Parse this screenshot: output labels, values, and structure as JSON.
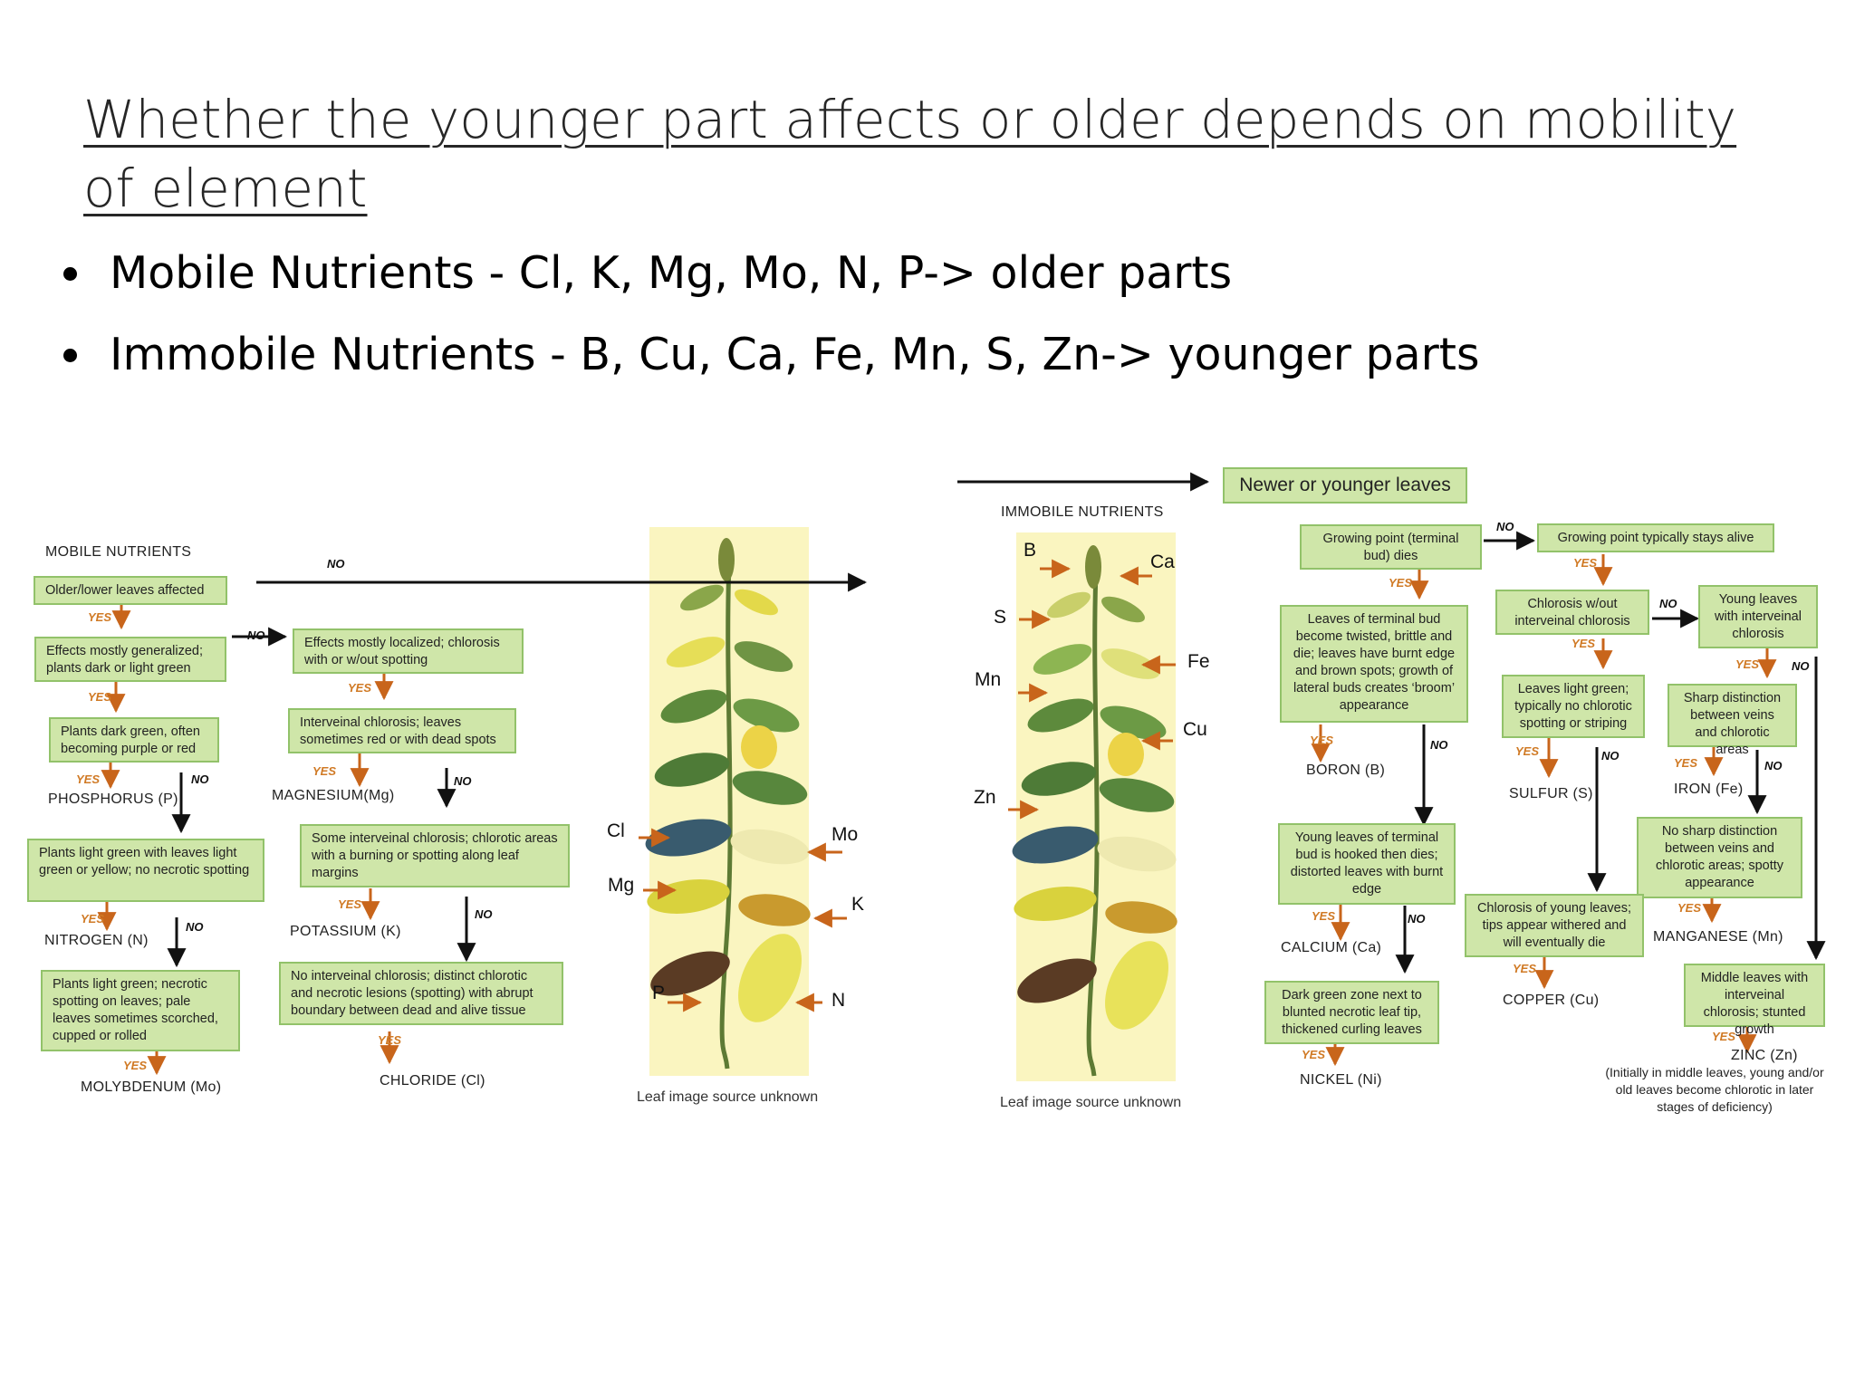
{
  "slide": {
    "title": "Whether the younger part affects or older depends on mobility of element",
    "bullets": [
      "Mobile Nutrients - Cl, K, Mg, Mo, N, P-> older parts",
      "Immobile Nutrients - B, Cu, Ca, Fe, Mn, S, Zn-> younger parts"
    ]
  },
  "mobile": {
    "header": "MOBILE NUTRIENTS",
    "boxes": {
      "older_leaves": "Older/lower leaves affected",
      "generalized": "Effects mostly generalized; plants dark or light green",
      "localized": "Effects mostly localized; chlorosis with or w/out spotting",
      "dark_green": "Plants dark green, often becoming purple or red",
      "interveinal": "Interveinal chlorosis; leaves sometimes red or with dead spots",
      "light_green": "Plants light green with leaves light green or yellow; no necrotic spotting",
      "burning": "Some interveinal chlorosis; chlorotic areas with a burning or spotting along leaf margins",
      "necrotic_spotting": "Plants light green; necrotic spotting on leaves; pale leaves sometimes scorched, cupped or rolled",
      "no_interveinal": "No interveinal chlorosis; distinct chlorotic and necrotic lesions (spotting) with abrupt boundary between dead and alive tissue"
    },
    "results": {
      "phosphorus": "PHOSPHORUS (P)",
      "magnesium": "MAGNESIUM(Mg)",
      "nitrogen": "NITROGEN (N)",
      "potassium": "POTASSIUM (K)",
      "molybdenum": "MOLYBDENUM (Mo)",
      "chloride": "CHLORIDE (Cl)"
    },
    "plant_labels": {
      "cl": "Cl",
      "mg": "Mg",
      "p": "P",
      "mo": "Mo",
      "k": "K",
      "n": "N"
    },
    "source": "Leaf image source unknown"
  },
  "immobile": {
    "header": "IMMOBILE NUTRIENTS",
    "newer_leaves": "Newer or younger leaves",
    "boxes": {
      "growing_dies": "Growing point (terminal bud) dies",
      "stays_alive": "Growing point typically stays alive",
      "twisted": "Leaves of terminal bud become twisted, brittle and die; leaves have burnt edge and brown spots; growth of lateral buds creates ‘broom’ appearance",
      "chlorosis_wout": "Chlorosis w/out interveinal chlorosis",
      "young_interveinal": "Young leaves with interveinal chlorosis",
      "light_green_no": "Leaves light green; typically no chlorotic spotting or striping",
      "sharp": "Sharp distinction between veins and chlorotic areas",
      "hooked": "Young leaves of terminal bud is hooked then dies; distorted leaves with burnt edge",
      "no_sharp": "No sharp distinction between veins and chlorotic areas; spotty appearance",
      "withered": "Chlorosis of young leaves; tips appear withered and will eventually die",
      "dark_zone": "Dark green zone next to blunted necrotic leaf tip, thickened curling leaves",
      "middle": "Middle leaves with interveinal chlorosis; stunted growth"
    },
    "results": {
      "boron": "BORON (B)",
      "sulfur": "SULFUR (S)",
      "iron": "IRON (Fe)",
      "calcium": "CALCIUM (Ca)",
      "manganese": "MANGANESE (Mn)",
      "copper": "COPPER (Cu)",
      "nickel": "NICKEL (Ni)",
      "zinc": "ZINC (Zn)",
      "zinc_note": "(Initially in middle leaves, young and/or old leaves become chlorotic in later stages of deficiency)"
    },
    "plant_labels": {
      "b": "B",
      "ca": "Ca",
      "s": "S",
      "fe": "Fe",
      "mn": "Mn",
      "cu": "Cu",
      "zn": "Zn"
    },
    "source": "Leaf image source unknown"
  },
  "words": {
    "yes": "YES",
    "no": "NO"
  },
  "colors": {
    "box_fill": "#cfe6a9",
    "box_border": "#92c26a",
    "yes_arrow": "#c8651b",
    "plant_bg": "#faf5c0"
  }
}
